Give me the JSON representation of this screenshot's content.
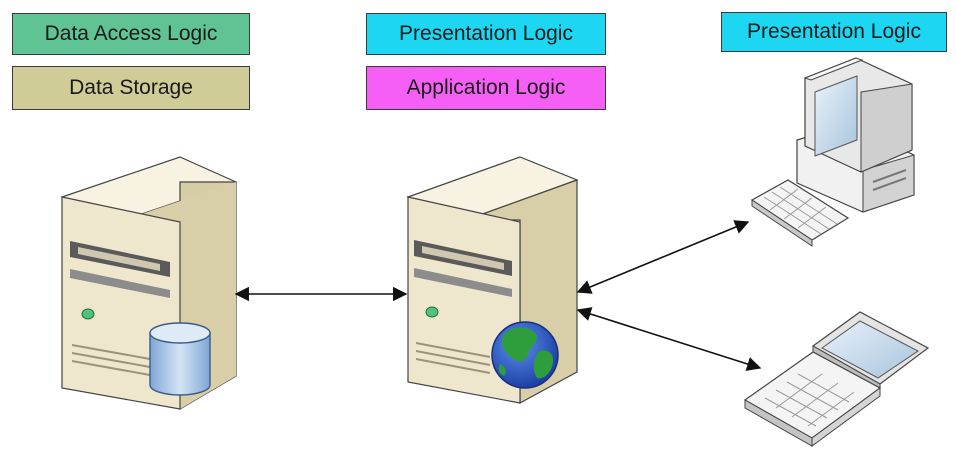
{
  "labels": {
    "data_access_logic": "Data Access Logic",
    "data_storage": "Data Storage",
    "presentation_logic_server": "Presentation Logic",
    "application_logic": "Application Logic",
    "presentation_logic_client": "Presentation Logic"
  },
  "colors": {
    "data_access_logic": "#5fc394",
    "data_storage": "#cfcc98",
    "presentation_logic": "#1dd7f2",
    "application_logic": "#f55ff5",
    "server_body": "#f1ead4",
    "server_side": "#d6cca6",
    "database": "#a9c4e2",
    "globe_ocean": "#2254c8",
    "globe_land": "#2e9e3c"
  },
  "icons": {
    "database_server": "server-with-database-icon",
    "web_server": "server-with-globe-icon",
    "desktop_client": "desktop-computer-icon",
    "laptop_client": "laptop-icon"
  }
}
